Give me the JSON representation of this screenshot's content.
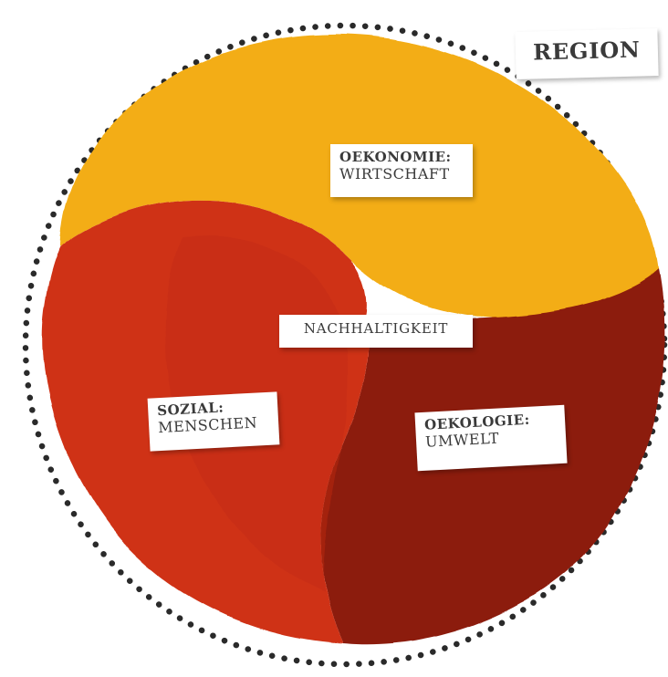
{
  "diagram": {
    "region_label": "REGION",
    "center_label": "NACHHALTIGKEIT",
    "segments": {
      "oekonomie": {
        "title": "OEKONOMIE:",
        "subtitle": "WIRTSCHAFT",
        "color": "#f3ad12"
      },
      "sozial": {
        "title": "SOZIAL:",
        "subtitle": "MENSCHEN",
        "color": "#cf3218"
      },
      "oekologie": {
        "title": "OEKOLOGIE:",
        "subtitle": "UMWELT",
        "color": "#8c1b10"
      }
    },
    "boundary": {
      "style": "dotted",
      "color": "#2a2a2a"
    }
  }
}
